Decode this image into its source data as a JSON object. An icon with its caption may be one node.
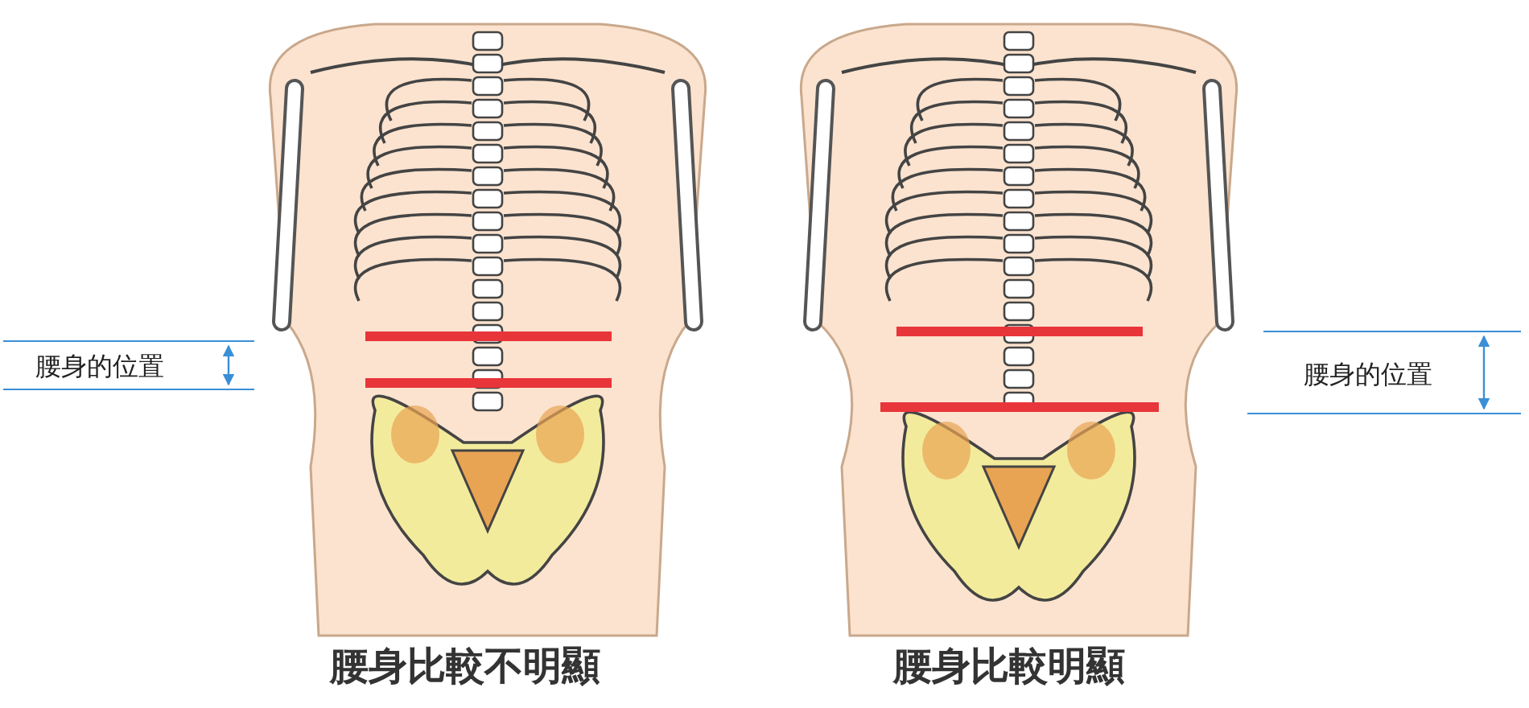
{
  "diagram": {
    "labels": [
      "腰身的位置",
      "腰身的位置",
      "腰身比較不明顯",
      "腰身比較明顯"
    ]
  }
}
